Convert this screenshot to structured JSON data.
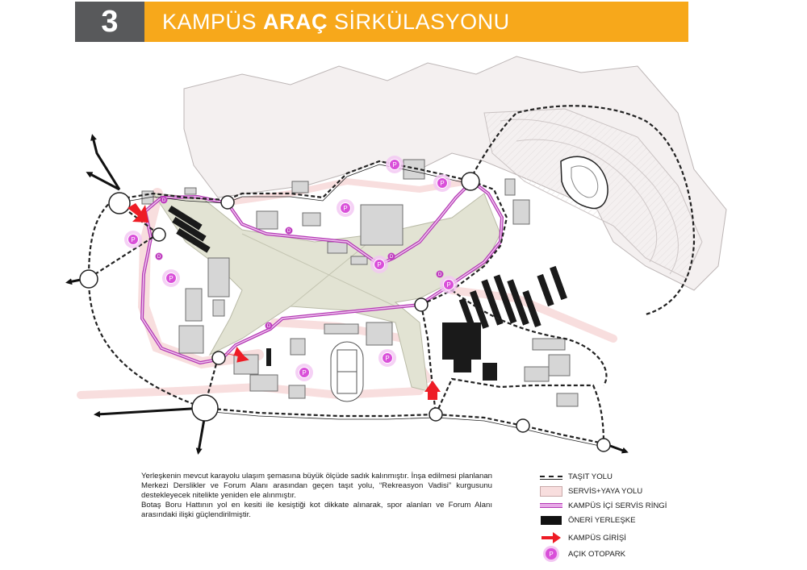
{
  "header": {
    "number": "3",
    "title_pre": "KAMPÜS",
    "title_bold": "ARAÇ",
    "title_post": "SİRKÜLASYONU"
  },
  "map": {
    "parking_symbol": "P",
    "drop_symbol": "D",
    "colors": {
      "terrain_fill": "#f4f0f0",
      "terrain_stroke": "#bdb6b6",
      "service_pedestrian": "#f8dede",
      "forum_plaza": "#e2e3d3",
      "ring_line": "#b43ab4",
      "ring_fill": "#e7a9e7",
      "vehicle_road": "#222222",
      "building_existing": "#d6d6d6",
      "building_proposed": "#1a1a1a",
      "entrance_arrow": "#ee1c25",
      "parking": "#d94fd9"
    }
  },
  "description": {
    "paragraph1": "Yerleşkenin mevcut karayolu ulaşım şemasına büyük ölçüde sadık kalınmıştır. İnşa edilmesi planlanan Merkezi Derslikler ve Forum Alanı arasından geçen taşıt yolu, “Rekreasyon Vadisi” kurgusunu destekleyecek nitelikte yeniden ele alınmıştır.",
    "paragraph2": "Botaş Boru Hattının yol en kesiti ile kesiştiği kot dikkate alınarak, spor alanları ve Forum Alanı arasındaki ilişki güçlendirilmiştir."
  },
  "legend": {
    "items": [
      {
        "label": "TAŞIT YOLU",
        "icon": "dashed-road-icon"
      },
      {
        "label": "SERVİS+YAYA YOLU",
        "icon": "pink-band-icon"
      },
      {
        "label": "KAMPÜS İÇİ SERVİS RİNGİ",
        "icon": "ring-line-icon"
      },
      {
        "label": "ÖNERİ YERLEŞKE",
        "icon": "black-block-icon"
      },
      {
        "label": "KAMPÜS GİRİŞİ",
        "icon": "red-arrow-icon"
      },
      {
        "label": "AÇIK OTOPARK",
        "icon": "parking-icon"
      }
    ]
  }
}
